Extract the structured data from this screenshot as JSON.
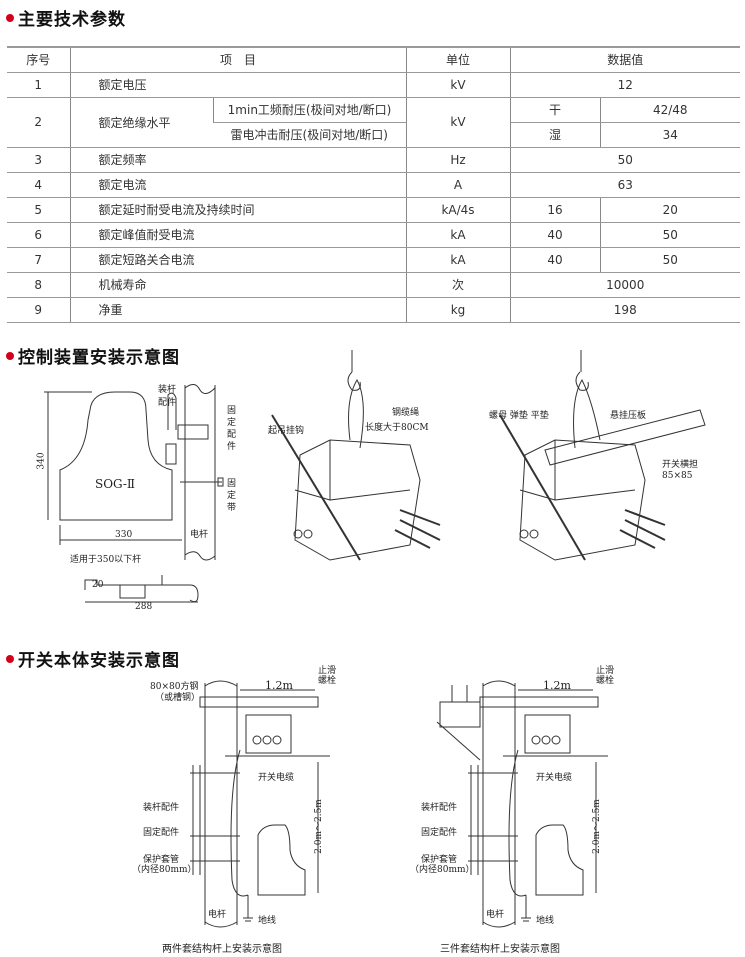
{
  "sections": {
    "params": "主要技术参数",
    "control": "控制装置安装示意图",
    "switch": "开关本体安装示意图"
  },
  "table": {
    "headers": [
      "序号",
      "项　目",
      "单位",
      "数据值"
    ],
    "rows": [
      {
        "no": "1",
        "item": "额定电压",
        "unit": "kV",
        "value": "12"
      },
      {
        "no": "2",
        "item": "额定绝缘水平",
        "sub": [
          "1min工频耐压(极间对地/断口)",
          "雷电冲击耐压(极间对地/断口)"
        ],
        "unit": "kV",
        "cond": [
          "干",
          "湿"
        ],
        "values": [
          "42/48",
          "34"
        ]
      },
      {
        "no": "3",
        "item": "额定频率",
        "unit": "Hz",
        "value": "50"
      },
      {
        "no": "4",
        "item": "额定电流",
        "unit": "A",
        "value": "63"
      },
      {
        "no": "5",
        "item": "额定延时耐受电流及持续时间",
        "unit": "kA/4s",
        "values": [
          "16",
          "20"
        ]
      },
      {
        "no": "6",
        "item": "额定峰值耐受电流",
        "unit": "kA",
        "values": [
          "40",
          "50"
        ]
      },
      {
        "no": "7",
        "item": "额定短路关合电流",
        "unit": "kA",
        "values": [
          "40",
          "50"
        ]
      },
      {
        "no": "8",
        "item": "机械寿命",
        "unit": "次",
        "value": "10000"
      },
      {
        "no": "9",
        "item": "净重",
        "unit": "kg",
        "value": "198"
      }
    ]
  },
  "control": {
    "mount_parts_1": "装杆",
    "mount_parts_2": "配件",
    "fixing_parts": "固定配件",
    "fixing_strap": "固定带",
    "height": "340",
    "model": "SOG-Ⅱ",
    "width": "330",
    "pole": "电杆",
    "suitable": "适用于350以下杆",
    "dim_20": "20",
    "dim_288": "288",
    "lift_hook": "起吊挂钩",
    "steel_cable": "钢缆绳",
    "cable_length": "长度大于80CM",
    "nut_washers": "螺母 弹垫 平垫",
    "hanging_plate": "悬挂压板",
    "cross_arm": "开关横担",
    "cross_arm_size": "85×85"
  },
  "switch": {
    "steel": "80×80方钢",
    "channel": "（或槽钢）",
    "span": "1.2m",
    "antislip_1": "止滑",
    "antislip_2": "螺栓",
    "cable": "开关电缆",
    "mount_parts": "装杆配件",
    "fixing_parts": "固定配件",
    "sleeve": "保护套管",
    "sleeve_dia": "（内径80mm）",
    "height": "2.0m～2.5m",
    "pole": "电杆",
    "ground": "地线",
    "caption_left": "两件套结构杆上安装示意图",
    "caption_right": "三件套结构杆上安装示意图"
  }
}
